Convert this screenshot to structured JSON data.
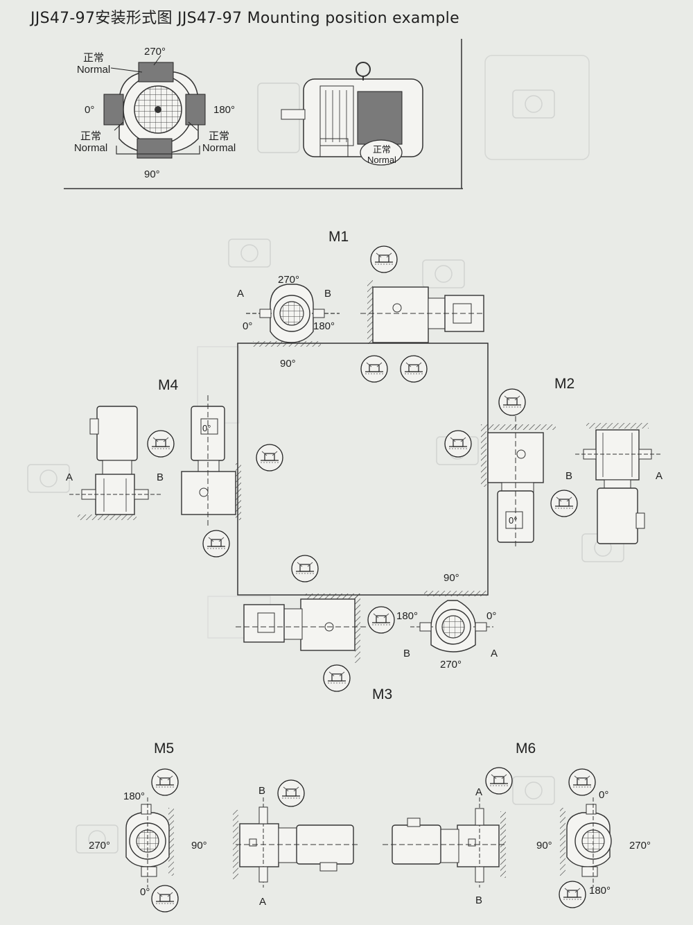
{
  "title": "JJS47-97安装形式图  JJS47-97 Mounting position example",
  "normal_cn": "正常",
  "normal_en": "Normal",
  "angles": {
    "a0": "0°",
    "a90": "90°",
    "a180": "180°",
    "a270": "270°"
  },
  "shaft": {
    "a": "A",
    "b": "B"
  },
  "positions": {
    "m1": "M1",
    "m2": "M2",
    "m3": "M3",
    "m4": "M4",
    "m5": "M5",
    "m6": "M6"
  },
  "colors": {
    "background": "#e9ebe7",
    "line": "#2a2a2a",
    "box": "#7a7a7a",
    "faint": "#c9cbc8"
  }
}
